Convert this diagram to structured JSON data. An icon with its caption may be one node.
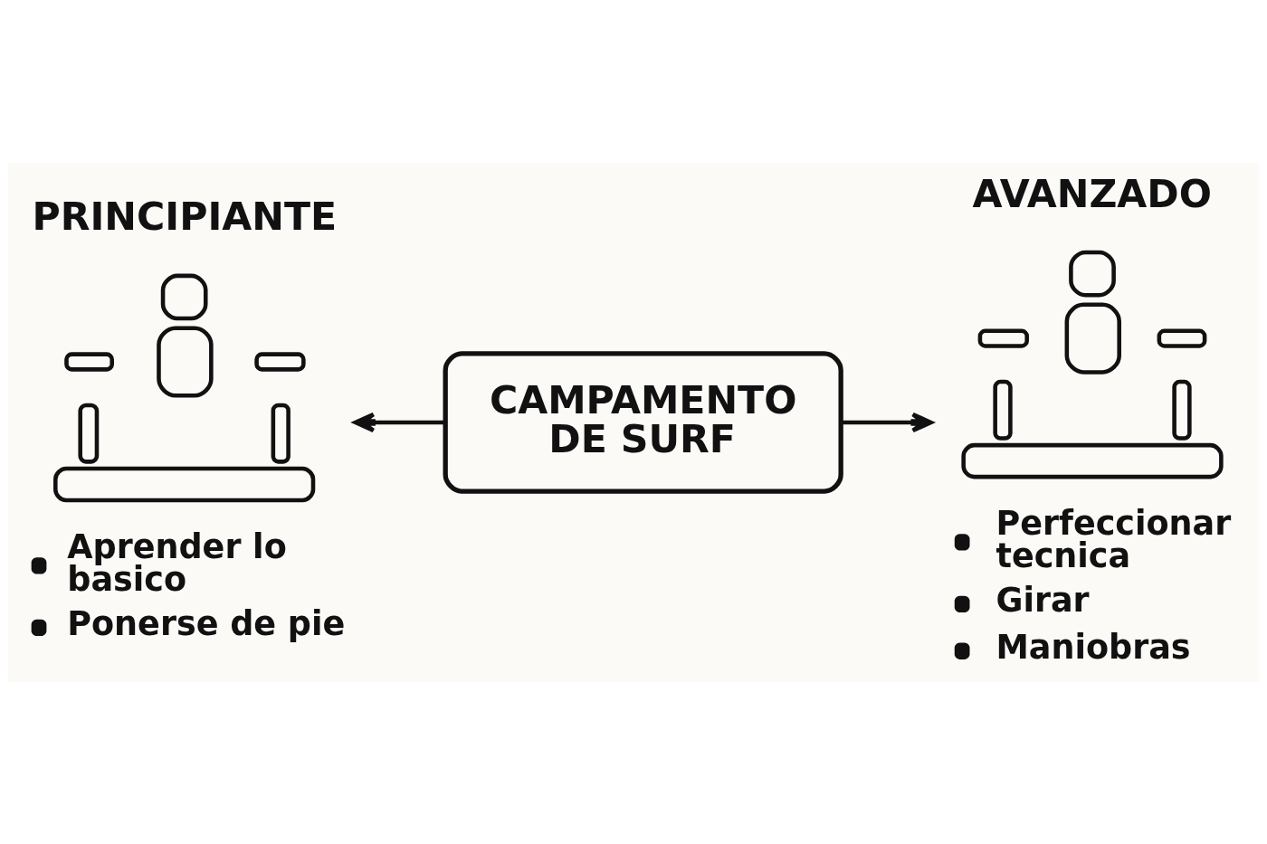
{
  "diagram": {
    "nodes": [
      {
        "text": [
          "PRINCIPIANTE",
          "Aprender lo basico",
          "Ponerse de pie"
        ]
      },
      {
        "text": [
          "CAMPAMENTO DE SURF"
        ]
      },
      {
        "text": [
          "AVANZADO",
          "Perfeccionar tecnica",
          "Girar",
          "Maniobras"
        ]
      }
    ],
    "edges": [
      {
        "from": 1,
        "to": 0,
        "arrow": "to"
      },
      {
        "from": 1,
        "to": 2,
        "arrow": "to"
      }
    ]
  }
}
